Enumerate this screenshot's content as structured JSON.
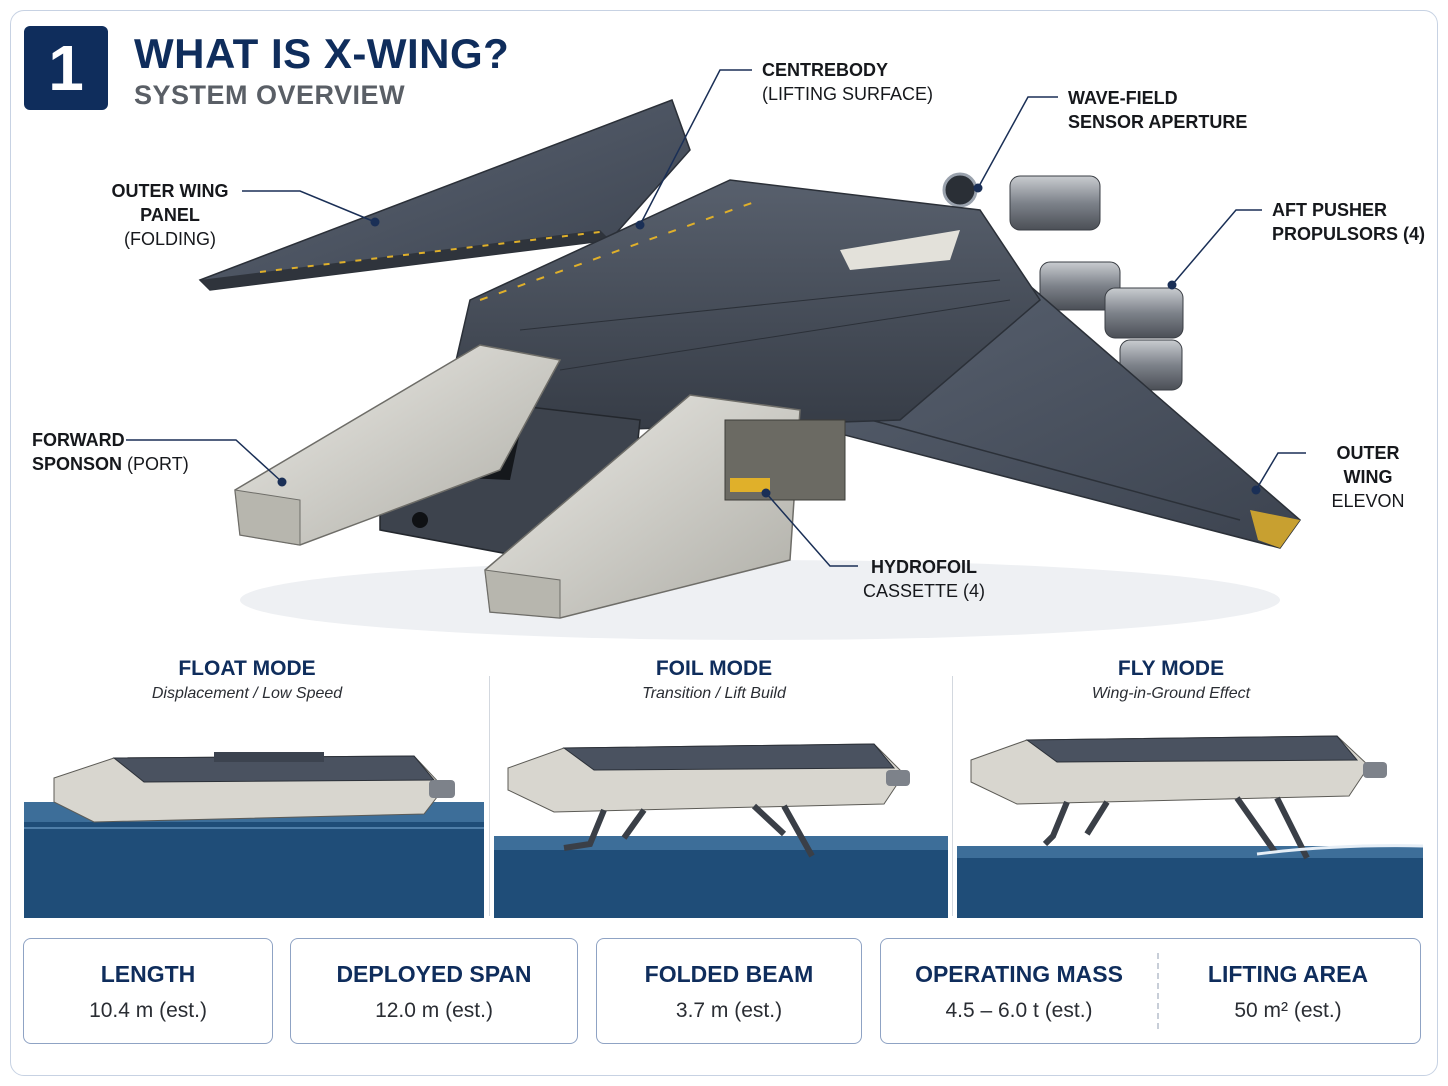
{
  "header": {
    "badge": "1",
    "title": "WHAT IS X-WING?",
    "subtitle": "SYSTEM OVERVIEW"
  },
  "callouts": {
    "centrebody": {
      "title": "CENTREBODY",
      "sub": "(LIFTING SURFACE)"
    },
    "wave_field": {
      "line1": "WAVE-FIELD",
      "line2": "SENSOR APERTURE"
    },
    "outer_wing_panel": {
      "line1": "OUTER WING",
      "line2_main": "PANEL ",
      "line2_sub": "(FOLDING)"
    },
    "aft_pusher": {
      "line1": "AFT PUSHER",
      "line2": "PROPULSORS (4)"
    },
    "forward_sponson": {
      "line1": "FORWARD",
      "line2_main": "SPONSON ",
      "line2_sub": "(PORT)"
    },
    "outer_wing_elevon": {
      "line1": "OUTER WING",
      "line2": "ELEVON"
    },
    "hydrofoil": {
      "line1": "HYDROFOIL",
      "line2": "CASSETTE (4)"
    }
  },
  "modes": [
    {
      "title": "FLOAT MODE",
      "subtitle": "Displacement / Low Speed"
    },
    {
      "title": "FOIL MODE",
      "subtitle": "Transition / Lift Build"
    },
    {
      "title": "FLY MODE",
      "subtitle": "Wing-in-Ground Effect"
    }
  ],
  "specs": {
    "length": {
      "label": "LENGTH",
      "value": "10.4 m (est.)"
    },
    "span": {
      "label": "DEPLOYED SPAN",
      "value": "12.0 m (est.)"
    },
    "beam": {
      "label": "FOLDED BEAM",
      "value": "3.7 m (est.)"
    },
    "mass": {
      "label": "OPERATING MASS",
      "value": "4.5 – 6.0 t (est.)"
    },
    "area": {
      "label": "LIFTING AREA",
      "value": "50 m² (est.)"
    }
  },
  "colors": {
    "navy": "#0f2d5c",
    "hull_dark": "#4a5260",
    "hull_light": "#d8d6cf",
    "sea": "#1f4d78",
    "accent": "#e0b02a"
  }
}
